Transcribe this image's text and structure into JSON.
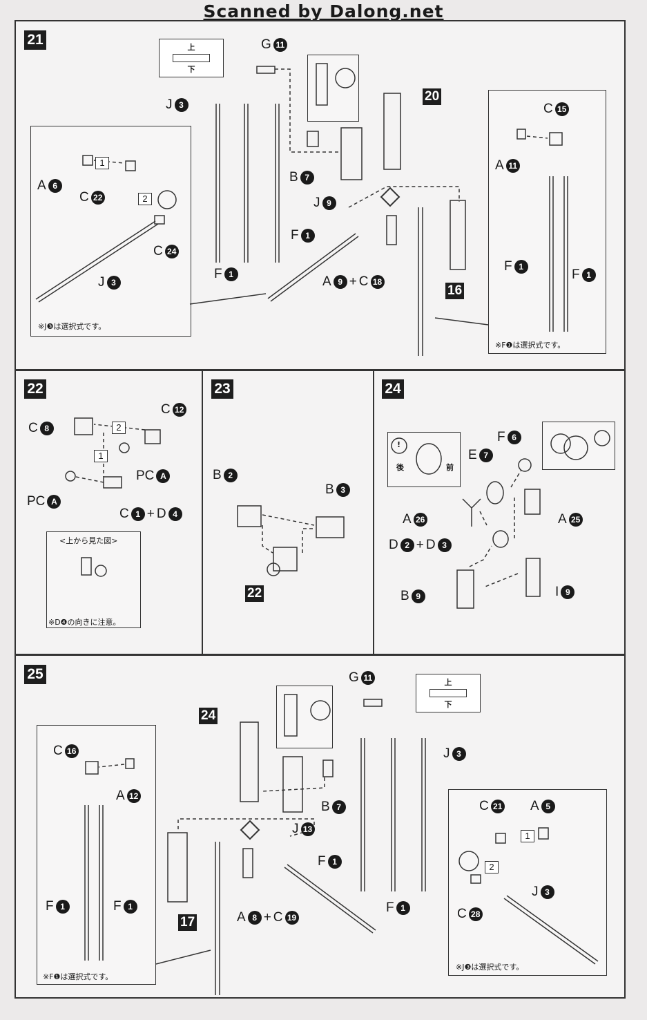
{
  "header": "Scanned by Dalong.net",
  "steps": {
    "s21": "21",
    "s22": "22",
    "s23": "23",
    "s24": "24",
    "s25": "25"
  },
  "refs": {
    "r20": "20",
    "r16": "16",
    "r22": "22",
    "r24": "24",
    "r17": "17"
  },
  "orient": {
    "up": "上",
    "down": "下"
  },
  "seq": {
    "one": "1",
    "two": "2"
  },
  "step21": {
    "g": "G",
    "g_n": "11",
    "j3": "J",
    "j3_n": "3",
    "b7": "B",
    "b7_n": "7",
    "j9": "J",
    "j9_n": "9",
    "f1a": "F",
    "f1a_n": "1",
    "f1b": "F",
    "f1b_n": "1",
    "a9c18": "A",
    "a9_n": "9",
    "plus": "+",
    "c18": "C",
    "c18_n": "18",
    "inset_a6": "A",
    "inset_a6_n": "6",
    "inset_c22": "C",
    "inset_c22_n": "22",
    "inset_c24": "C",
    "inset_c24_n": "24",
    "inset_j3": "J",
    "inset_j3_n": "3",
    "inset_note": "※J❸は選択式です。",
    "right_c15": "C",
    "right_c15_n": "15",
    "right_a11": "A",
    "right_a11_n": "11",
    "right_f1a": "F",
    "right_f1a_n": "1",
    "right_f1b": "F",
    "right_f1b_n": "1",
    "right_note": "※F❶は選択式です。"
  },
  "step22": {
    "c8": "C",
    "c8_n": "8",
    "c12": "C",
    "c12_n": "12",
    "pca1": "PC",
    "pca1_n": "A",
    "pca2": "PC",
    "pca2_n": "A",
    "c1d4": "C",
    "c1_n": "1",
    "plus": "+",
    "d4": "D",
    "d4_n": "4",
    "view_title": "<上から見た図>",
    "view_note": "※D❹の向きに注意。"
  },
  "step23": {
    "b2": "B",
    "b2_n": "2",
    "b3": "B",
    "b3_n": "3"
  },
  "step24": {
    "f6": "F",
    "f6_n": "6",
    "e7": "E",
    "e7_n": "7",
    "a26": "A",
    "a26_n": "26",
    "a25": "A",
    "a25_n": "25",
    "d2d3": "D",
    "d2_n": "2",
    "plus": "+",
    "d3": "D",
    "d3_n": "3",
    "b9": "B",
    "b9_n": "9",
    "i9": "I",
    "i9_n": "9",
    "back": "後",
    "front": "前",
    "attention": "!"
  },
  "step25": {
    "g": "G",
    "g_n": "11",
    "j3": "J",
    "j3_n": "3",
    "b7": "B",
    "b7_n": "7",
    "j13": "J",
    "j13_n": "13",
    "f1a": "F",
    "f1a_n": "1",
    "f1b": "F",
    "f1b_n": "1",
    "a8c19": "A",
    "a8_n": "8",
    "plus": "+",
    "c19": "C",
    "c19_n": "19",
    "left_c16": "C",
    "left_c16_n": "16",
    "left_a12": "A",
    "left_a12_n": "12",
    "left_f1a": "F",
    "left_f1a_n": "1",
    "left_f1b": "F",
    "left_f1b_n": "1",
    "left_note": "※F❶は選択式です。",
    "inset_c21": "C",
    "inset_c21_n": "21",
    "inset_a5": "A",
    "inset_a5_n": "5",
    "inset_c28": "C",
    "inset_c28_n": "28",
    "inset_j3": "J",
    "inset_j3_n": "3",
    "inset_note": "※J❸は選択式です。"
  }
}
